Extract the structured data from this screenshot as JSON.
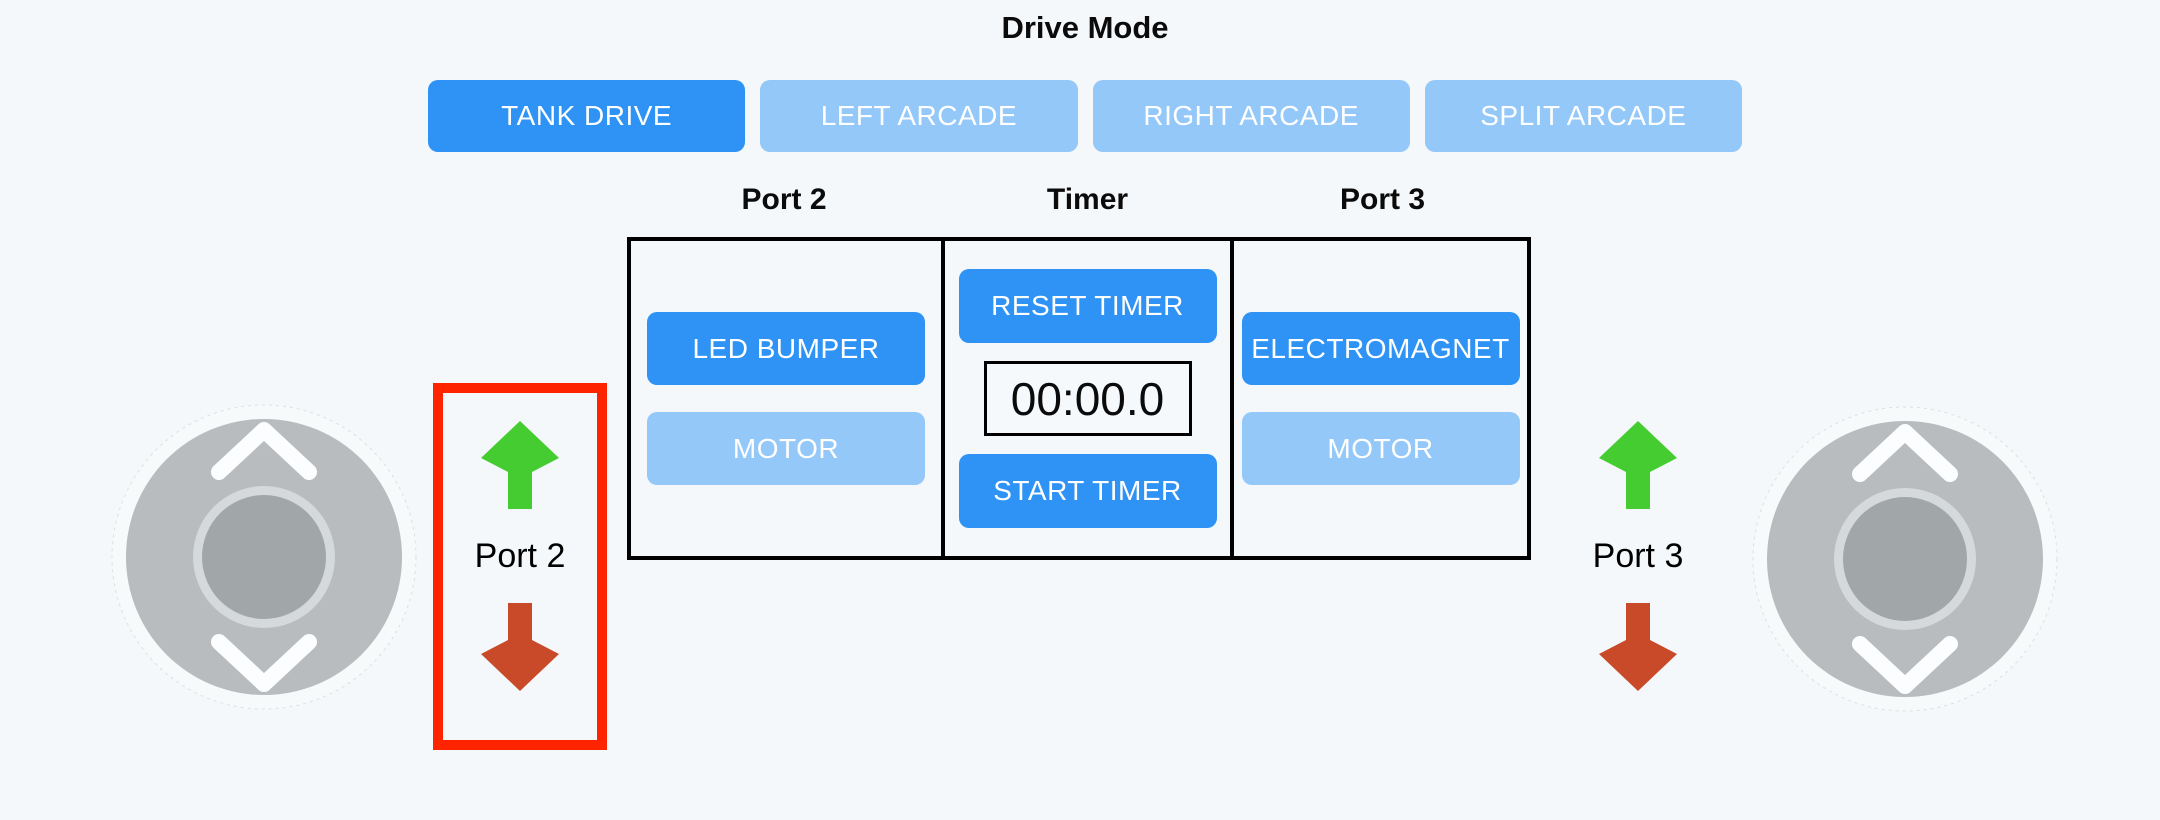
{
  "title": "Drive Mode",
  "drive_modes": [
    {
      "label": "TANK DRIVE",
      "active": true
    },
    {
      "label": "LEFT ARCADE",
      "active": false
    },
    {
      "label": "RIGHT ARCADE",
      "active": false
    },
    {
      "label": "SPLIT ARCADE",
      "active": false
    }
  ],
  "table": {
    "headers": [
      "Port 2",
      "Timer",
      "Port 3"
    ],
    "port2_buttons": [
      {
        "label": "LED BUMPER",
        "active": true
      },
      {
        "label": "MOTOR",
        "active": false
      }
    ],
    "timer": {
      "reset_label": "RESET TIMER",
      "display": "00:00.0",
      "start_label": "START TIMER"
    },
    "port3_buttons": [
      {
        "label": "ELECTROMAGNET",
        "active": true
      },
      {
        "label": "MOTOR",
        "active": false
      }
    ]
  },
  "left_motor_control": {
    "label": "Port 2",
    "highlighted": true
  },
  "right_motor_control": {
    "label": "Port 3",
    "highlighted": false
  },
  "icons": {
    "up": "up-arrow-icon",
    "down": "down-arrow-icon",
    "joystick": "vertical-joystick"
  },
  "colors": {
    "active_blue": "#2e93f4",
    "inactive_blue": "#93c8f8",
    "highlight_red": "#fe2400",
    "arrow_green": "#45cc31",
    "arrow_red": "#c94a28",
    "background": "#f4f8fa"
  }
}
